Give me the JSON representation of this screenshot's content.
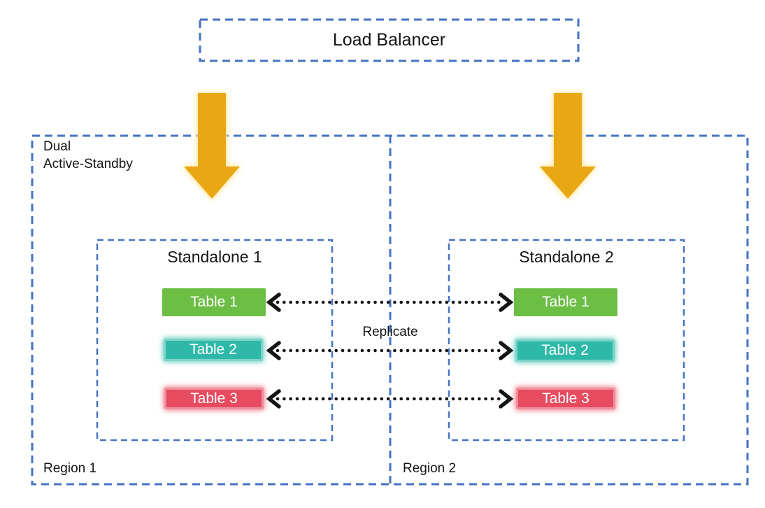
{
  "diagram": {
    "load_balancer": {
      "label": "Load Balancer"
    },
    "flow": {
      "down_arrow_icon": "down-arrow-icon",
      "replicate_arrow_icon": "dotted-double-arrow-icon"
    },
    "cluster": {
      "label_line1": "Dual",
      "label_line2": "Active-Standby",
      "replicate_label": "Replicate",
      "regions": [
        {
          "label": "Region 1",
          "standalone": {
            "title": "Standalone 1",
            "tables": [
              "Table 1",
              "Table 2",
              "Table 3"
            ]
          }
        },
        {
          "label": "Region 2",
          "standalone": {
            "title": "Standalone 2",
            "tables": [
              "Table 1",
              "Table 2",
              "Table 3"
            ]
          }
        }
      ]
    },
    "colors": {
      "border_blue": "#4472C4",
      "arrow_gold": "#E8A713",
      "table1_green": "#6CBE45",
      "table2_teal": "#2EB8A8",
      "table3_red": "#E74B60",
      "arrow_black": "#141414"
    }
  }
}
